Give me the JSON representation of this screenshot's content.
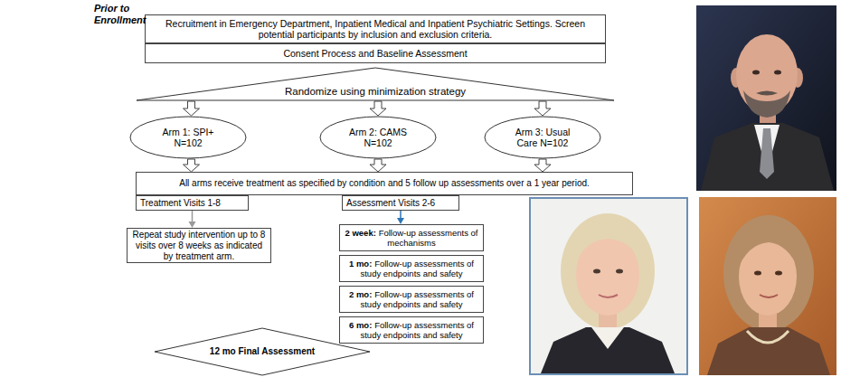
{
  "diagram": {
    "nodes": [
      {
        "text": [
          "Recruitment in Emergency Department, Inpatient Medical and Inpatient Psychiatric Settings. Screen potential participants by inclusion and exclusion criteria."
        ]
      },
      {
        "text": [
          "Consent Process and Baseline Assessment"
        ]
      },
      {
        "text": [
          "Randomize using minimization strategy"
        ]
      },
      {
        "text": [
          "Arm 1: SPI+ N=102"
        ]
      },
      {
        "text": [
          "Arm 2: CAMS N=102"
        ]
      },
      {
        "text": [
          "Arm 3: Usual Care N=102"
        ]
      },
      {
        "text": [
          "All arms receive treatment as specified by condition and 5 follow up assessments over a 1 year period."
        ]
      },
      {
        "text": [
          "Treatment Visits 1-8"
        ]
      },
      {
        "text": [
          "Assessment Visits 2-6"
        ]
      },
      {
        "text": [
          "Repeat study intervention up to 8 visits over 8 weeks as indicated by treatment arm."
        ]
      },
      {
        "text": [
          "2 week:",
          "Follow-up assessments of mechanisms"
        ]
      },
      {
        "text": [
          "1 mo:",
          "Follow-up assessments of study endpoints and safety"
        ]
      },
      {
        "text": [
          "2 mo:",
          "Follow-up assessments of study endpoints and safety"
        ]
      },
      {
        "text": [
          "6 mo:",
          "Follow-up assessments of study endpoints and safety"
        ]
      },
      {
        "text": [
          "12 mo Final Assessment"
        ]
      }
    ],
    "edges": [
      {
        "from": 2,
        "to": 3,
        "arrow": "to"
      },
      {
        "from": 2,
        "to": 4,
        "arrow": "to"
      },
      {
        "from": 2,
        "to": 5,
        "arrow": "to"
      },
      {
        "from": 3,
        "to": 6,
        "arrow": "to"
      },
      {
        "from": 4,
        "to": 6,
        "arrow": "to"
      },
      {
        "from": 5,
        "to": 6,
        "arrow": "to"
      },
      {
        "from": 7,
        "to": 9,
        "arrow": "to"
      },
      {
        "from": 8,
        "to": 10,
        "arrow": "to"
      }
    ],
    "labels": [
      "Prior to Enrollment"
    ]
  }
}
